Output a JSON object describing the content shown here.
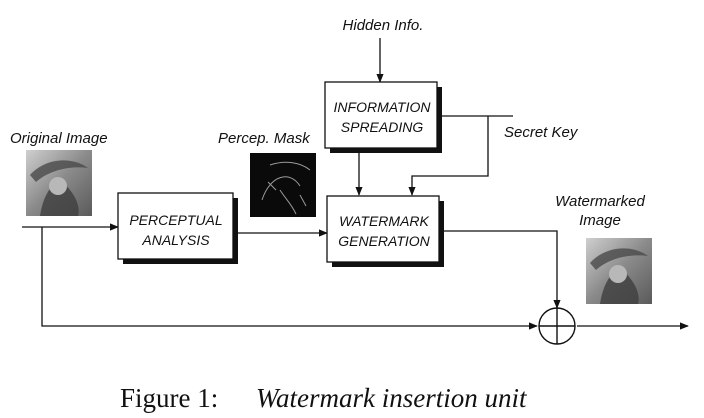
{
  "nodes": {
    "hidden_info": "Hidden Info.",
    "information_spreading": [
      "INFORMATION",
      "SPREADING"
    ],
    "secret_key": "Secret Key",
    "original_image": "Original Image",
    "percep_mask": "Percep. Mask",
    "perceptual_analysis": [
      "PERCEPTUAL",
      "ANALYSIS"
    ],
    "watermark_generation": [
      "WATERMARK",
      "GENERATION"
    ],
    "watermarked_image": [
      "Watermarked",
      "Image"
    ]
  },
  "caption": {
    "number": "Figure 1:",
    "title": "Watermark insertion unit"
  },
  "edges": [
    {
      "from": "hidden_info",
      "to": "information_spreading"
    },
    {
      "from": "information_spreading",
      "to": "watermark_generation"
    },
    {
      "from": "secret_key",
      "to": "information_spreading"
    },
    {
      "from": "secret_key",
      "to": "watermark_generation"
    },
    {
      "from": "original_image",
      "to": "perceptual_analysis"
    },
    {
      "from": "perceptual_analysis",
      "to": "watermark_generation"
    },
    {
      "from": "watermark_generation",
      "to": "adder"
    },
    {
      "from": "original_image",
      "to": "adder"
    },
    {
      "from": "adder",
      "to": "output"
    }
  ]
}
